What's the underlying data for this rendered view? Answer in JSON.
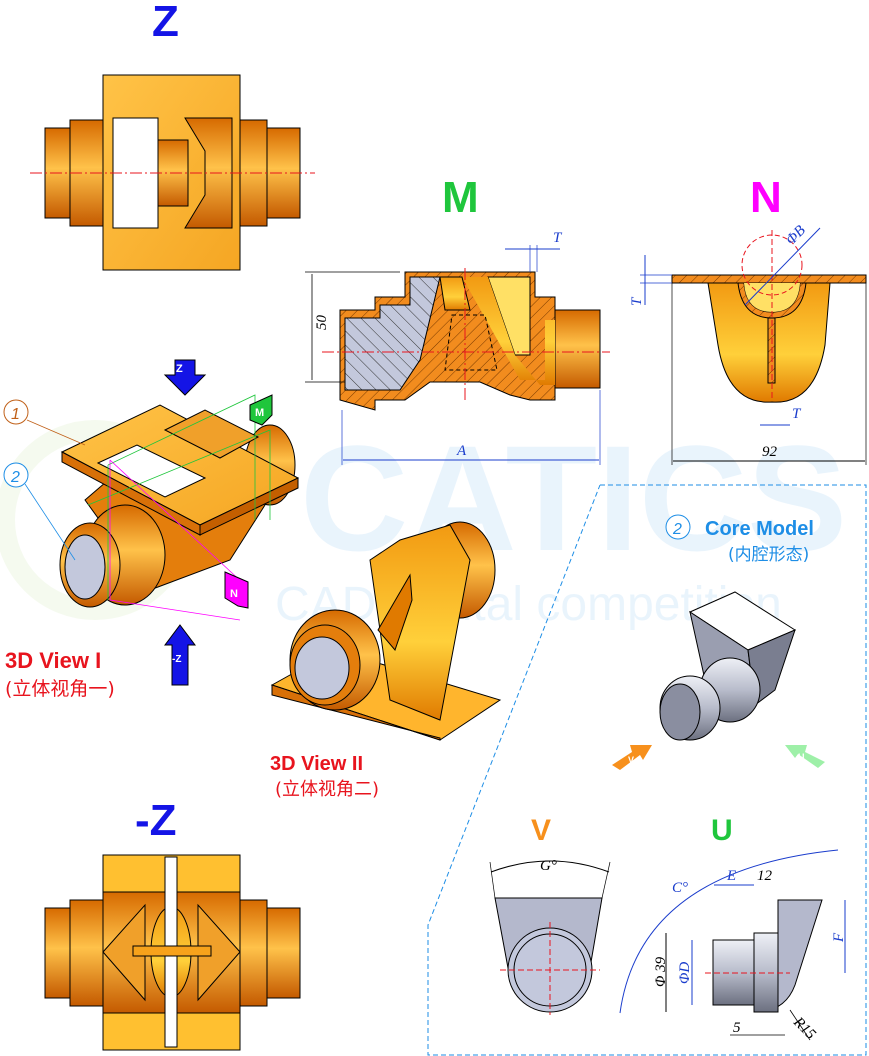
{
  "watermark": {
    "brand": "CATICS",
    "subtitle": "CAD Digital competition"
  },
  "views": {
    "z_top": "Z",
    "z_bottom": "-Z",
    "m_section": "M",
    "n_section": "N",
    "v_view": "V",
    "u_view": "U"
  },
  "view_3d_1": {
    "title": "3D View I",
    "subtitle": "(立体视角一)",
    "arrow_top": "Z",
    "arrow_bottom": "-Z",
    "plane_m": "M",
    "plane_n": "N",
    "callout_1": "1",
    "callout_2": "2"
  },
  "view_3d_2": {
    "title": "3D View II",
    "subtitle": "(立体视角二)"
  },
  "core_model": {
    "callout": "2",
    "title": "Core Model",
    "subtitle": "(内腔形态)",
    "arrow_v": "V",
    "arrow_u": "U"
  },
  "dims_m": {
    "height": "50",
    "width": "A",
    "thickness": "T"
  },
  "dims_n": {
    "diameter": "ΦB",
    "thickness_top": "T",
    "thickness_rib": "T",
    "width": "92"
  },
  "dims_v": {
    "angle": "G°"
  },
  "dims_u": {
    "angle": "C°",
    "e": "E",
    "twelve": "12",
    "f": "F",
    "d39": "Φ 39",
    "d": "ΦD",
    "five": "5",
    "r15": "R15"
  },
  "colors": {
    "blue": "#1414e6",
    "green": "#1fc63c",
    "magenta": "#ff00ff",
    "red": "#e8141e",
    "orange": "#f7a21b",
    "dim_blue": "#1a3ccc",
    "core_blue": "#1e8ee6"
  }
}
